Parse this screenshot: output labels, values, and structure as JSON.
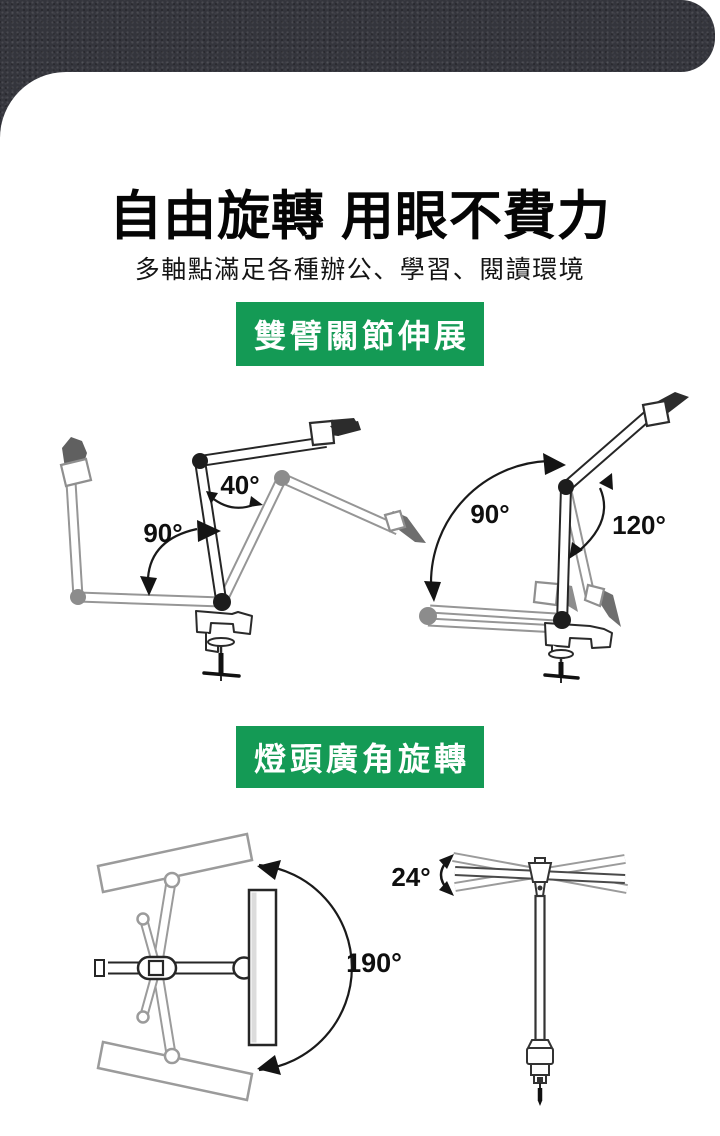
{
  "hero": {
    "title": "自由旋轉 用眼不費力",
    "subtitle": "多軸點滿足各種辦公、學習、閱讀環境"
  },
  "sections": [
    {
      "badge": "雙臂關節伸展",
      "labels": {
        "left_upper": "40°",
        "left_lower": "90°",
        "right_lower": "90°",
        "right_upper": "120°"
      }
    },
    {
      "badge": "燈頭廣角旋轉",
      "labels": {
        "head_pan": "190°",
        "head_tilt": "24°"
      }
    }
  ],
  "colors": {
    "accent_green": "#149a55",
    "header_dark": "#34353c"
  }
}
